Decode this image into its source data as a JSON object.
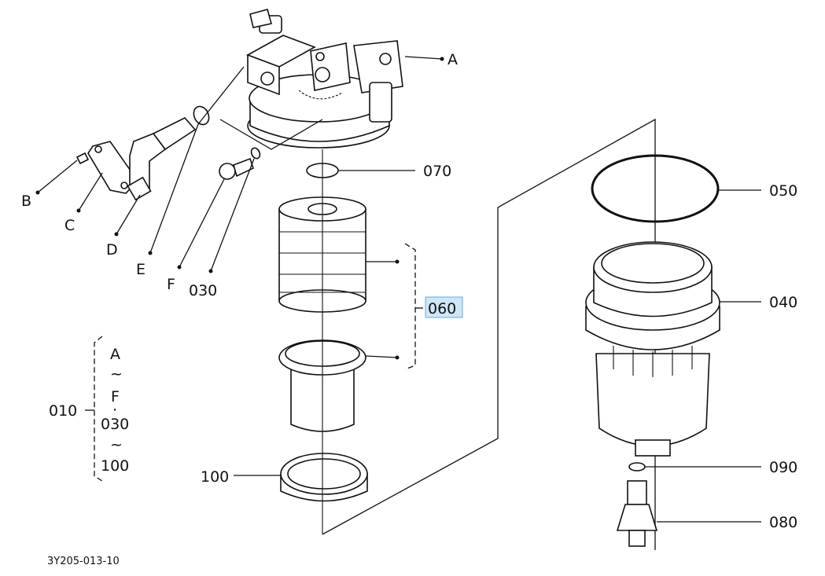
{
  "labels": {
    "a": "A",
    "b": "B",
    "c": "C",
    "d": "D",
    "e": "E",
    "f": "F",
    "p030": "030",
    "p040": "040",
    "p050": "050",
    "p060": "060",
    "p070": "070",
    "p080": "080",
    "p090": "090",
    "p100": "100",
    "p010": "010"
  },
  "range_note": {
    "start": "A",
    "tilde1": "~",
    "mid": "F",
    "dot": "·",
    "from": "030",
    "tilde2": "~",
    "to": "100"
  },
  "footer": {
    "drawing_code": "3Y205-013-10"
  },
  "colors": {
    "highlight": "#cfe6f7",
    "line": "#111111"
  }
}
